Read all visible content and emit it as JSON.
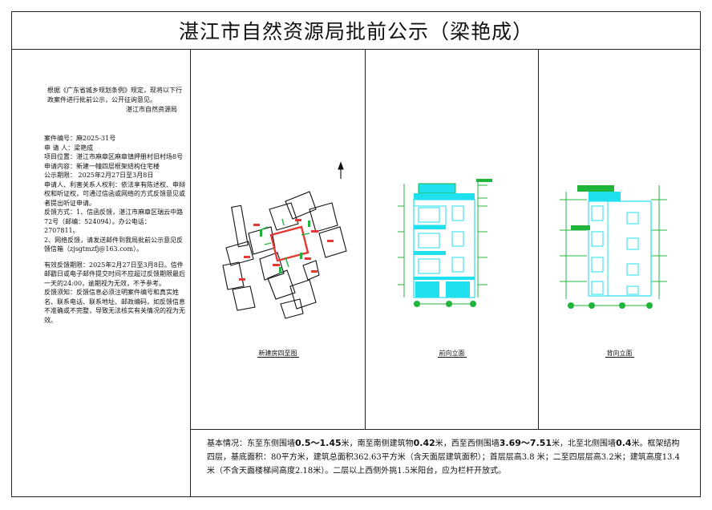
{
  "title": "湛江市自然资源局批前公示（梁艳成）",
  "notice": {
    "intro": "根据《广东省城乡规划条例》规定，现将以下行政案件进行批前公示，公开征询意见。",
    "signature": "湛江市自然资源局"
  },
  "info": {
    "case_no": "案件编号：麻2025-31号",
    "applicant": "申 请 人：梁艳成",
    "location": "项目位置：湛江市麻章区麻章镇押册村旧村场8号",
    "content": "申请内容：新建一幢四层框架结构住宅楼",
    "period": "公示期限：     2025年2月27日至3月8日",
    "rights": "申请人、利害关系人权利：依法享有陈述权、申辩权和听证权，可通过信函或网络的方式反馈意见或者提出听证申请。",
    "feedback1": "反馈方式：1、信函反馈，湛江市麻章区瑞云中路72号（邮编：524094）。办公电话：2707811。",
    "feedback2": "2、网络反馈，请发送邮件到我局批前公示意见反馈信箱（zjsgtmzfj@163.com）。",
    "validity": "有效反馈期限：2025年2月27日至3月8日。信件邮戳日或电子邮件提交时间不应超过反馈期限最后一天的24:00，逾期视为无效，不予参考。",
    "notes": "反馈须知：反馈信息必须注明案件编号和真实姓名、联系电话、联系地址、邮政编码，如反馈信息不准确或不完整，导致无法核实有关情况的视为无效。"
  },
  "panels": {
    "site_caption": "新建房四至图",
    "front_caption": "前向立面",
    "back_caption": "背向立面"
  },
  "summary": {
    "p1": "基本情况：东至东侧围墙",
    "v1": "0.5～1.45",
    "p2": "米，南至南侧建筑物",
    "v2": "0.42",
    "p3": "米，西至西侧围墙",
    "v3": "3.69～7.51",
    "p4": "米，北至北侧围墙",
    "v4": "0.4",
    "p5": "米。框架结构四层，基底面积：80平方米，建筑总面积362.63平方米（含天面层建筑面积）；首层层高3.8 米；二至四层层高3.2米；建筑高度13.4米（不含天面楼梯间高度2.18米）。二层以上西侧外挑1.5米阳台，应为栏杆开放式。"
  },
  "colors": {
    "frame": "#222222",
    "highlight_red": "#e53935",
    "elev_green": "#1fb43a",
    "elev_cyan": "#1ee0ee",
    "axis_magenta": "#c020c0"
  }
}
